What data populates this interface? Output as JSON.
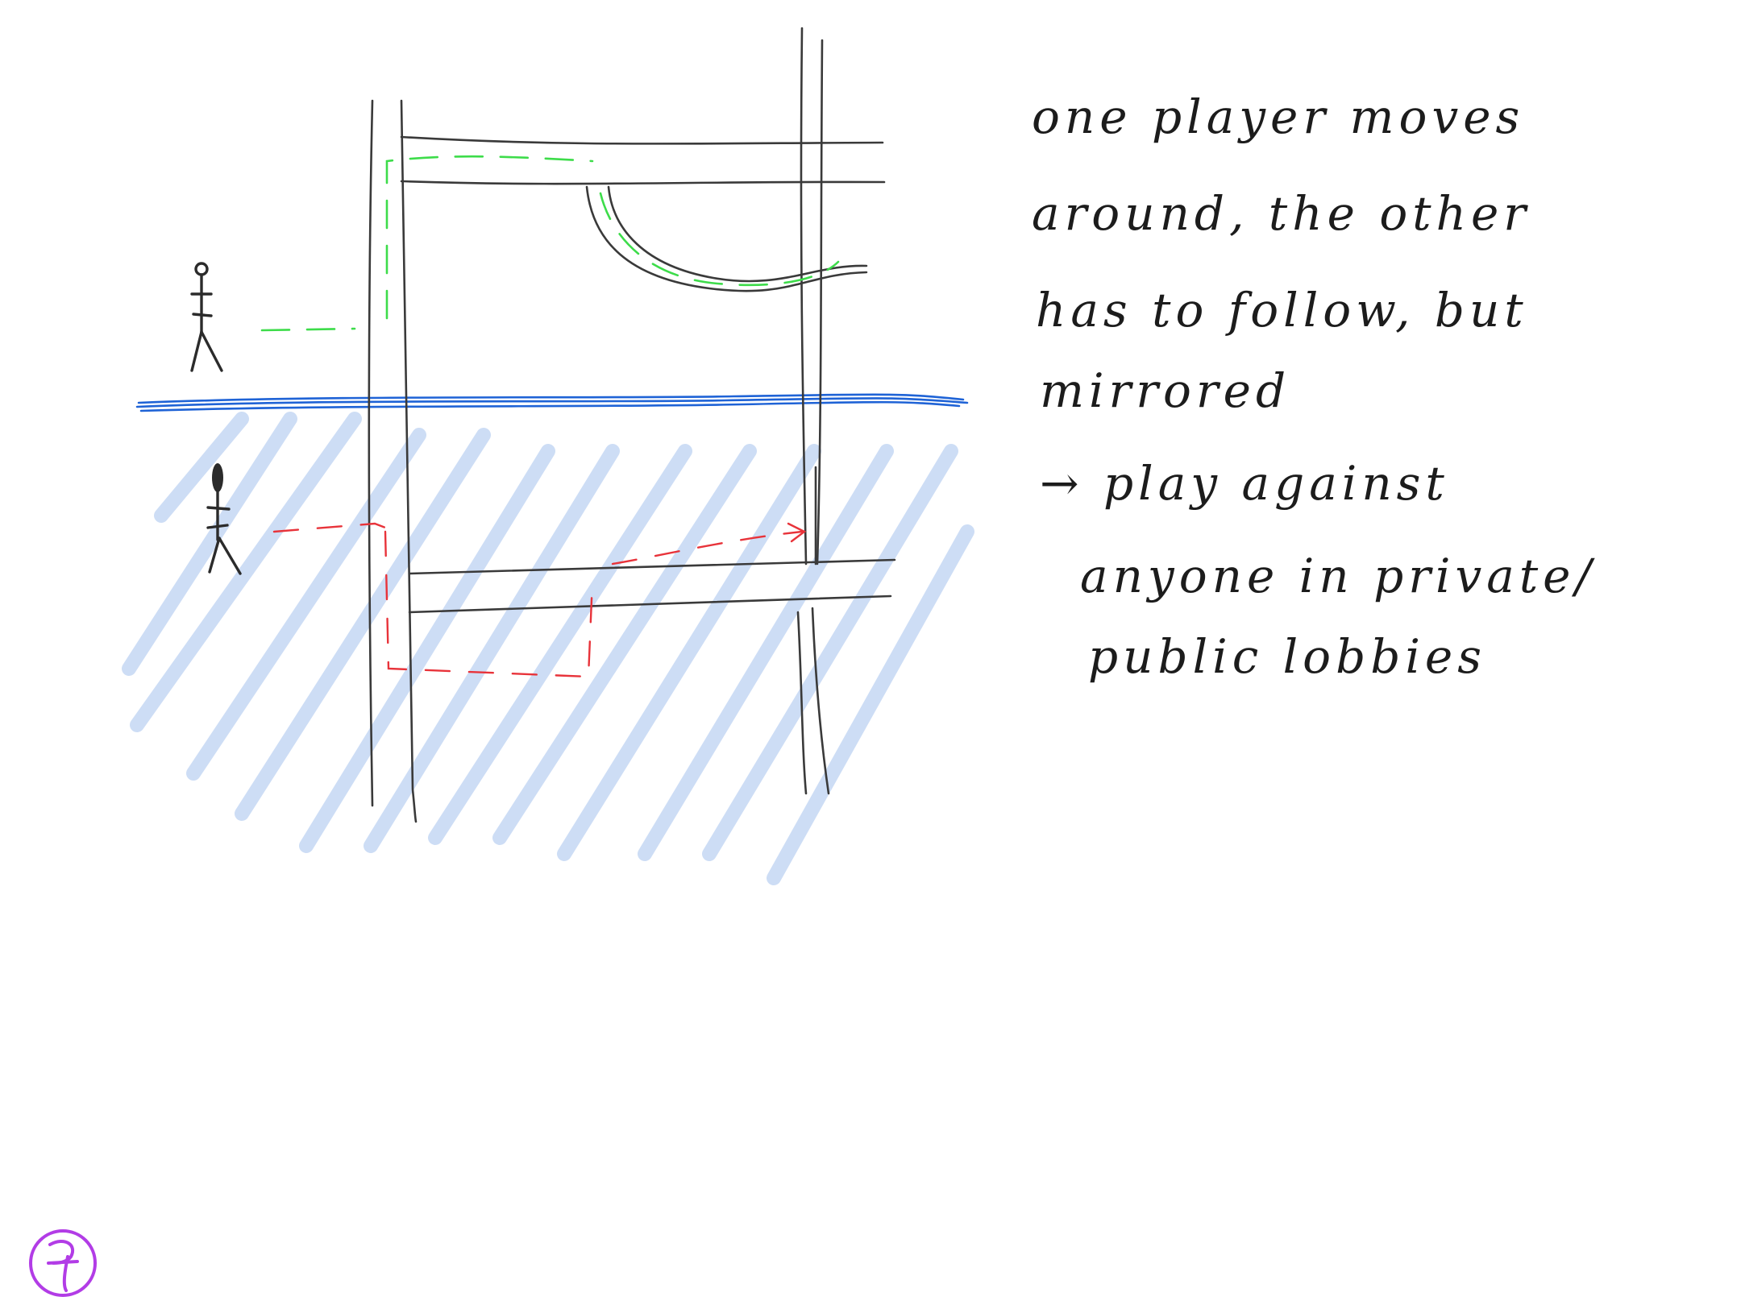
{
  "notes": {
    "line1": "one player moves",
    "line2": "around, the other",
    "line3": "has to follow, but",
    "line4": "mirrored",
    "line5": "→ play against",
    "line6": "anyone in private/",
    "line7": "public lobbies"
  },
  "colors": {
    "pencil": "#3a3a3a",
    "upper_path": "#3ddc4a",
    "lower_path": "#e8333a",
    "water_surface": "#1f63d6",
    "water_hatch": "#bcd2f2",
    "logo": "#b23ce6"
  },
  "icons": {
    "upper_player": "stick-figure-icon",
    "lower_player": "stick-figure-icon",
    "signature": "circled-monogram-icon"
  }
}
